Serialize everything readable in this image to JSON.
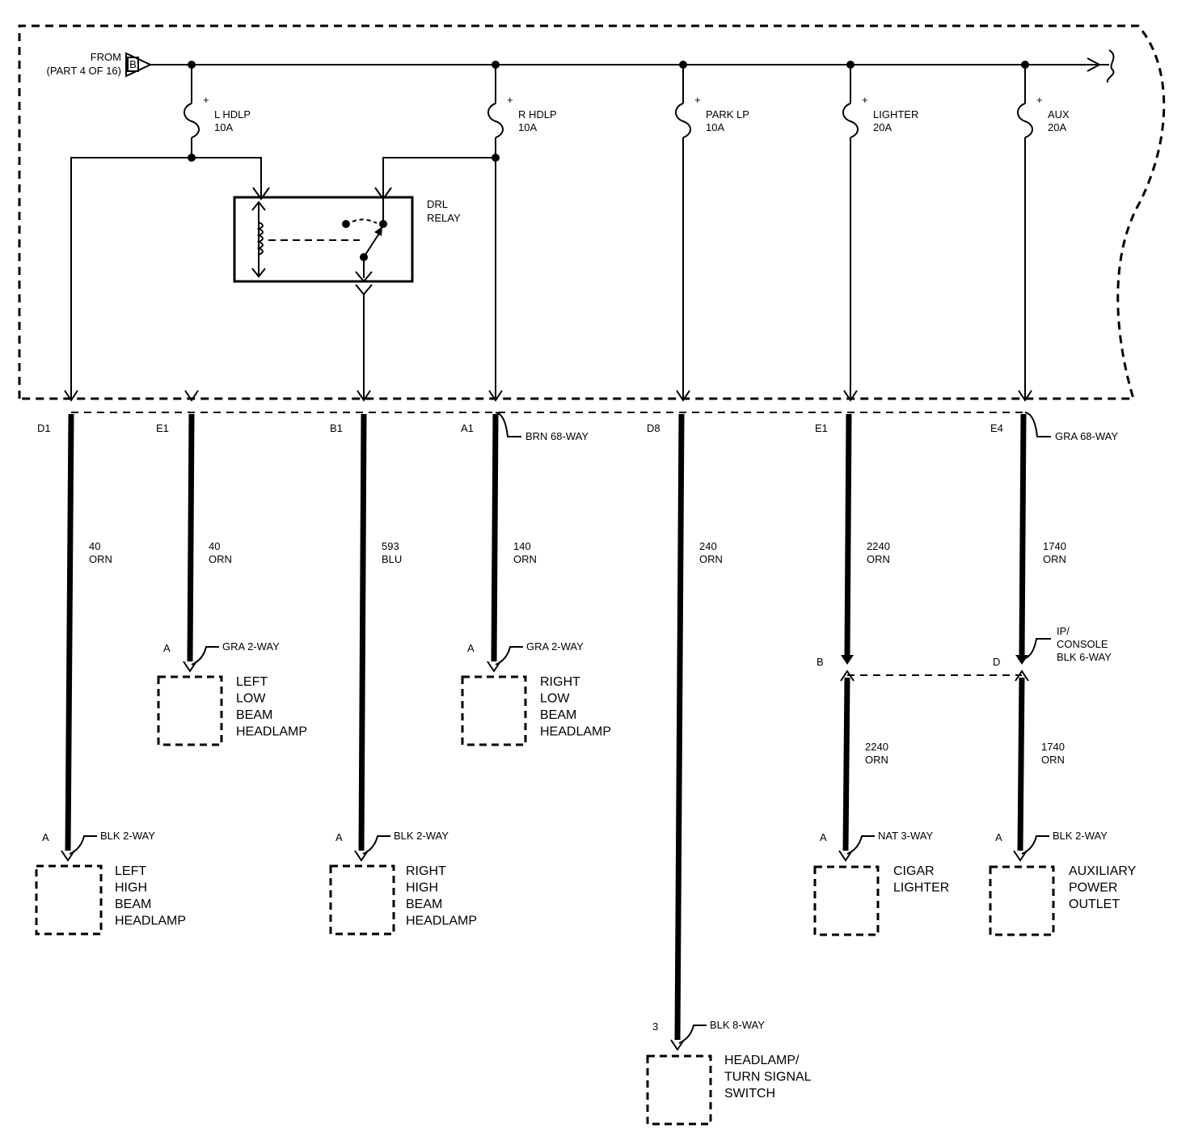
{
  "source": {
    "line1": "FROM",
    "line2": "(PART 4 OF 16)",
    "symbol": "B"
  },
  "fuses": [
    {
      "name": "L HDLP",
      "rating": "10A"
    },
    {
      "name": "R HDLP",
      "rating": "10A"
    },
    {
      "name": "PARK LP",
      "rating": "10A"
    },
    {
      "name": "LIGHTER",
      "rating": "20A"
    },
    {
      "name": "AUX",
      "rating": "20A"
    }
  ],
  "plus_sign": "+",
  "relay": {
    "line1": "DRL",
    "line2": "RELAY"
  },
  "pins": [
    "D1",
    "E1",
    "B1",
    "A1",
    "D8",
    "E1",
    "E4"
  ],
  "connectors_main": {
    "brn": "BRN 68-WAY",
    "gra": "GRA 68-WAY"
  },
  "wires": [
    {
      "circuit": "40",
      "color": "ORN"
    },
    {
      "circuit": "40",
      "color": "ORN"
    },
    {
      "circuit": "593",
      "color": "BLU"
    },
    {
      "circuit": "140",
      "color": "ORN"
    },
    {
      "circuit": "240",
      "color": "ORN"
    },
    {
      "circuit": "2240",
      "color": "ORN"
    },
    {
      "circuit": "1740",
      "color": "ORN"
    }
  ],
  "wires_lower": [
    {
      "circuit": "2240",
      "color": "ORN"
    },
    {
      "circuit": "1740",
      "color": "ORN"
    }
  ],
  "ip_console": {
    "line1": "IP/",
    "line2": "CONSOLE",
    "line3": "BLK 6-WAY",
    "pin_b": "B",
    "pin_d": "D"
  },
  "devices": {
    "left_low": {
      "pin": "A",
      "connector": "GRA 2-WAY",
      "name": [
        "LEFT",
        "LOW",
        "BEAM",
        "HEADLAMP"
      ]
    },
    "right_low": {
      "pin": "A",
      "connector": "GRA 2-WAY",
      "name": [
        "RIGHT",
        "LOW",
        "BEAM",
        "HEADLAMP"
      ]
    },
    "left_high": {
      "pin": "A",
      "connector": "BLK 2-WAY",
      "name": [
        "LEFT",
        "HIGH",
        "BEAM",
        "HEADLAMP"
      ]
    },
    "right_high": {
      "pin": "A",
      "connector": "BLK 2-WAY",
      "name": [
        "RIGHT",
        "HIGH",
        "BEAM",
        "HEADLAMP"
      ]
    },
    "cigar": {
      "pin": "A",
      "connector": "NAT 3-WAY",
      "name": [
        "CIGAR",
        "LIGHTER"
      ]
    },
    "aux_outlet": {
      "pin": "A",
      "connector": "BLK 2-WAY",
      "name": [
        "AUXILIARY",
        "POWER",
        "OUTLET"
      ]
    },
    "switch": {
      "pin": "3",
      "connector": "BLK 8-WAY",
      "name": [
        "HEADLAMP/",
        "TURN SIGNAL",
        "SWITCH"
      ]
    }
  }
}
